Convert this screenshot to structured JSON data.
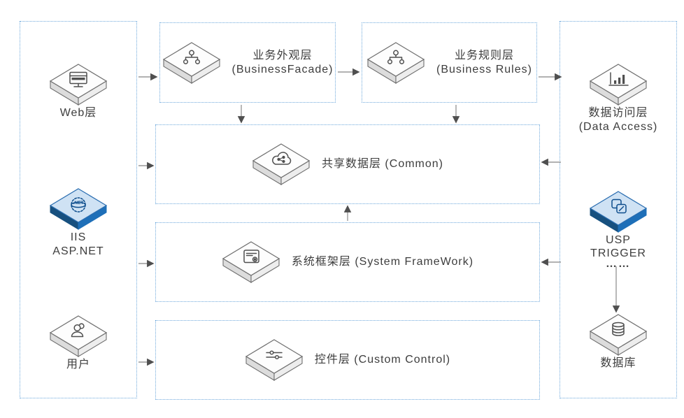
{
  "left_column": {
    "web": {
      "label": "Web层"
    },
    "iis": {
      "line1": "IIS",
      "line2": "ASP.NET"
    },
    "user": {
      "label": "用户"
    }
  },
  "layers": {
    "facade": {
      "line1": "业务外观层",
      "line2": "(BusinessFacade)"
    },
    "rules": {
      "line1": "业务规则层",
      "line2": "(Business Rules)"
    },
    "common": {
      "label": "共享数据层 (Common)"
    },
    "framework": {
      "label": "系统框架层 (System FrameWork)"
    },
    "control": {
      "label": "控件层 (Custom Control)"
    }
  },
  "right_column": {
    "data_access": {
      "line1": "数据访问层",
      "line2": "(Data Access)"
    },
    "usp": {
      "line1": "USP",
      "line2": "TRIGGER",
      "line3": "……"
    },
    "database": {
      "label": "数据库"
    }
  },
  "colors": {
    "dotted_border": "#6fa9dc",
    "arrow_line": "#999999",
    "arrow_head": "#4f4f4f",
    "icon_outline": "#6f6f6f",
    "icon_gray_side": "#dcdcdc",
    "icon_blue_top": "#cfe2f4",
    "icon_blue_side_dark": "#17507f",
    "icon_blue_side_light": "#1e6fb8",
    "text": "#3d3d3d"
  }
}
